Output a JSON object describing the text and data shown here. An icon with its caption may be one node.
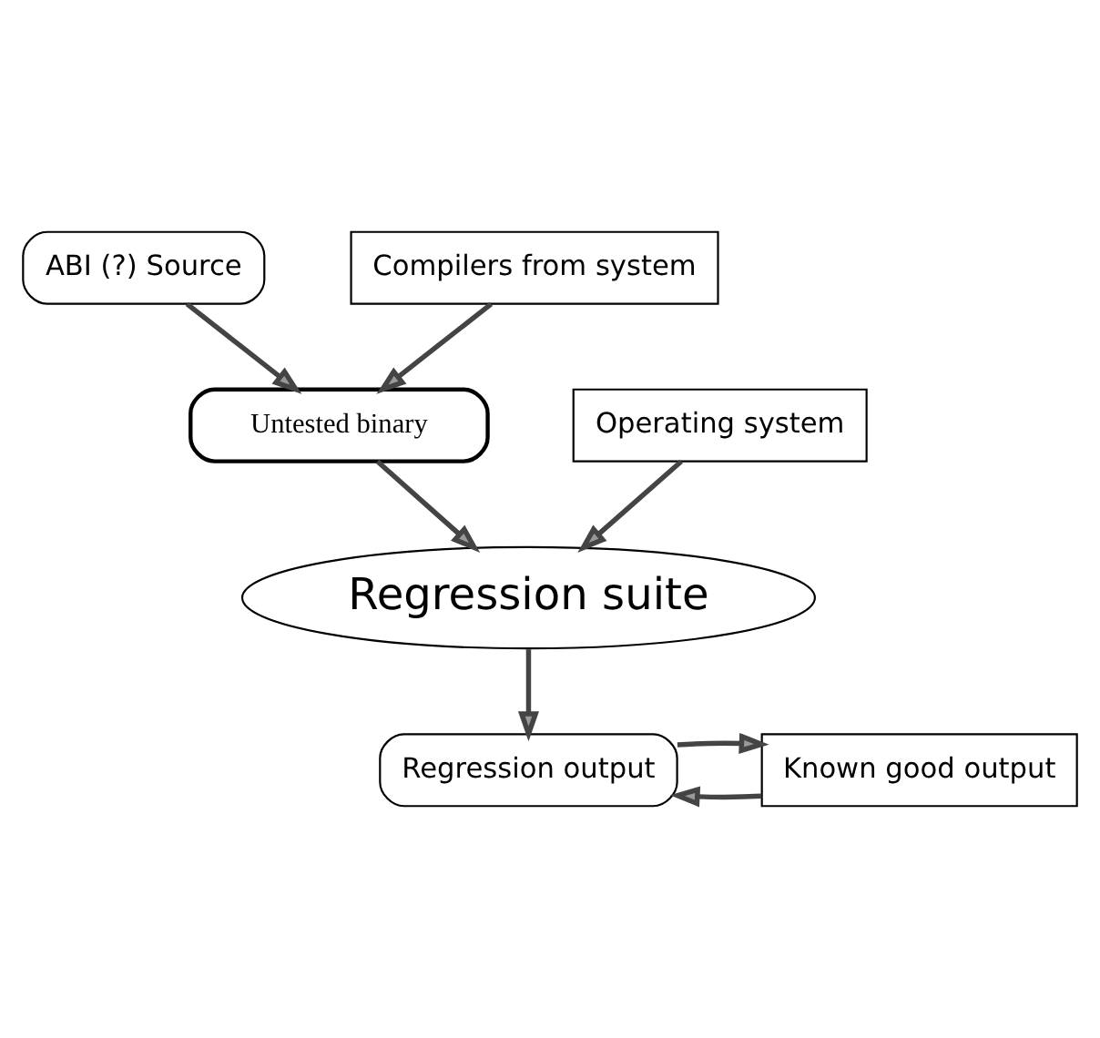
{
  "diagram": {
    "nodes": [
      {
        "text": [
          "ABI (?) Source"
        ]
      },
      {
        "text": [
          "Compilers from system"
        ]
      },
      {
        "text": [
          "Untested binary"
        ]
      },
      {
        "text": [
          "Operating system"
        ]
      },
      {
        "text": [
          "Regression suite"
        ]
      },
      {
        "text": [
          "Known good output"
        ]
      },
      {
        "text": [
          "Regression output"
        ]
      }
    ],
    "edges": [
      {
        "from": 0,
        "to": 2,
        "arrow": "to"
      },
      {
        "from": 1,
        "to": 2,
        "arrow": "to"
      },
      {
        "from": 2,
        "to": 4,
        "arrow": "to"
      },
      {
        "from": 3,
        "to": 4,
        "arrow": "to"
      },
      {
        "from": 4,
        "to": 6,
        "arrow": "to"
      },
      {
        "from": 5,
        "to": 6,
        "arrow": "to"
      },
      {
        "from": 6,
        "to": 5,
        "arrow": "to"
      }
    ]
  }
}
